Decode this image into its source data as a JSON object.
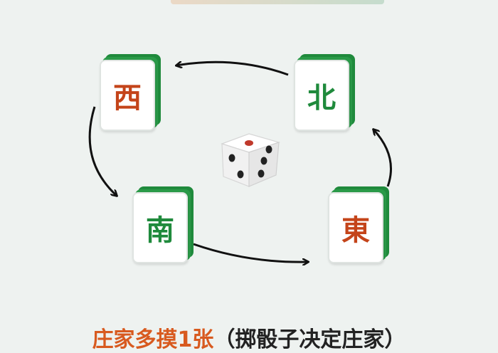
{
  "tiles": {
    "west": {
      "char": "西",
      "color": "#c4441a"
    },
    "north": {
      "char": "北",
      "color": "#1f8a3c"
    },
    "south": {
      "char": "南",
      "color": "#1f8a3c"
    },
    "east": {
      "char": "東",
      "color": "#c4441a"
    }
  },
  "caption": {
    "part1": "庄家多摸1张",
    "part2": "（掷骰子决定庄家）"
  },
  "colors": {
    "tile_green": "#1f8a3c",
    "arrow": "#111111",
    "accent_orange": "#d85a1f"
  },
  "icons": [
    "dice-icon",
    "arrow-icon"
  ]
}
